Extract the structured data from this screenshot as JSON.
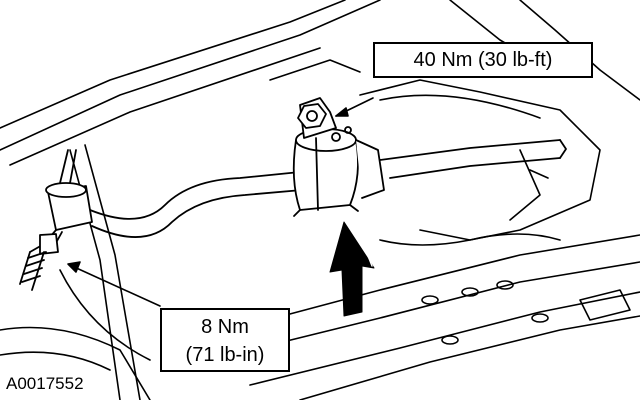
{
  "callouts": {
    "top_torque": "40 Nm (30 lb-ft)",
    "bottom_torque_nm": "8 Nm",
    "bottom_torque_lbin": "(71 lb-in)"
  },
  "figure_id": "A0017552",
  "colors": {
    "line": "#000000",
    "fill": "#ffffff"
  }
}
